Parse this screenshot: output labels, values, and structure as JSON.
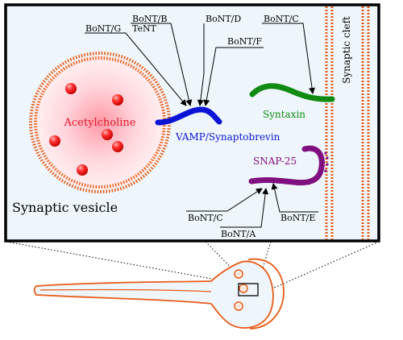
{
  "labels": {
    "acetylcholine": "Acetylcholine",
    "synaptic_vesicle": "Synaptic vesicle",
    "synaptic_cleft": "Synaptic cleft",
    "vamp": "VAMP/Synaptobrevin",
    "syntaxin": "Syntaxin",
    "snap25": "SNAP-25"
  },
  "toxins": {
    "g": "BoNT/G",
    "b": "BoNT/B",
    "tetanus": "TeNT",
    "d": "BoNT/D",
    "f": "BoNT/F",
    "c_syntaxin": "BoNT/C",
    "c_snap": "BoNT/C",
    "a": "BoNT/A",
    "e": "BoNT/E"
  },
  "colors": {
    "vamp": "#0a14d6",
    "syntaxin": "#118a11",
    "snap25": "#800f80",
    "acetylcholine": "#e0142a",
    "membrane": "#e85a15",
    "panel_bg": "#eef6fb"
  }
}
